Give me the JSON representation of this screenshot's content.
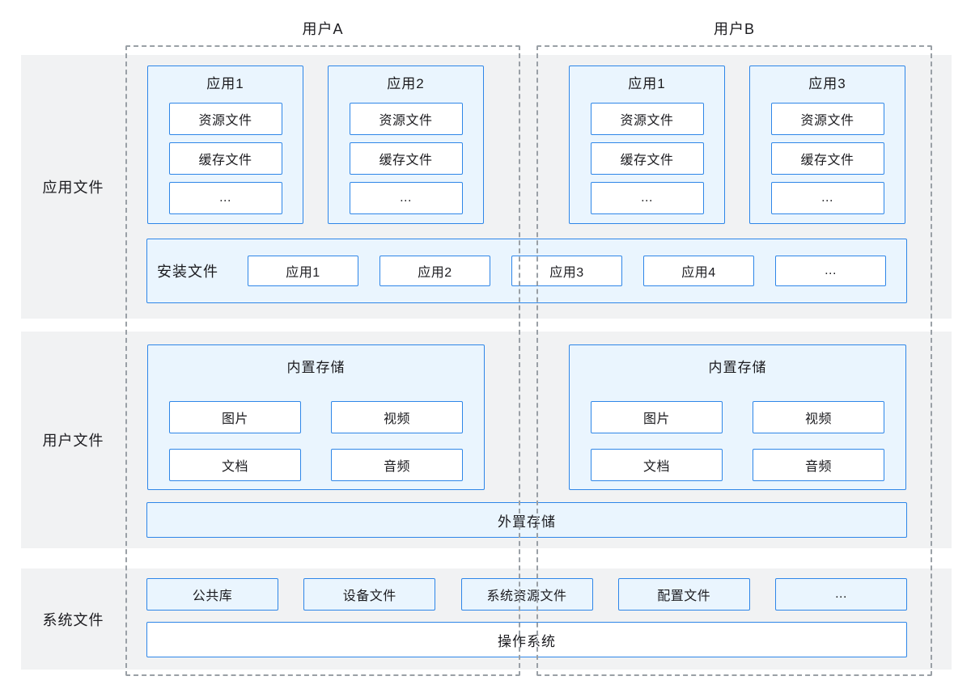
{
  "users": {
    "a": "用户A",
    "b": "用户B"
  },
  "row_labels": {
    "app": "应用文件",
    "user": "用户文件",
    "system": "系统文件"
  },
  "apps": [
    {
      "title": "应用1",
      "items": [
        "资源文件",
        "缓存文件",
        "..."
      ]
    },
    {
      "title": "应用2",
      "items": [
        "资源文件",
        "缓存文件",
        "..."
      ]
    },
    {
      "title": "应用1",
      "items": [
        "资源文件",
        "缓存文件",
        "..."
      ]
    },
    {
      "title": "应用3",
      "items": [
        "资源文件",
        "缓存文件",
        "..."
      ]
    }
  ],
  "install": {
    "label": "安装文件",
    "items": [
      "应用1",
      "应用2",
      "应用3",
      "应用4",
      "..."
    ]
  },
  "storage": [
    {
      "title": "内置存储",
      "items": [
        "图片",
        "视频",
        "文档",
        "音频"
      ]
    },
    {
      "title": "内置存储",
      "items": [
        "图片",
        "视频",
        "文档",
        "音频"
      ]
    }
  ],
  "external_storage_label": "外置存储",
  "system": {
    "items": [
      "公共库",
      "设备文件",
      "系统资源文件",
      "配置文件",
      "..."
    ],
    "os_label": "操作系统"
  },
  "colors": {
    "border_blue": "#2e86e8",
    "fill_light_blue": "#eaf5fe",
    "band_grey": "#f1f2f3",
    "dash_grey": "#9aa0a6",
    "text": "#1b1b1f"
  }
}
